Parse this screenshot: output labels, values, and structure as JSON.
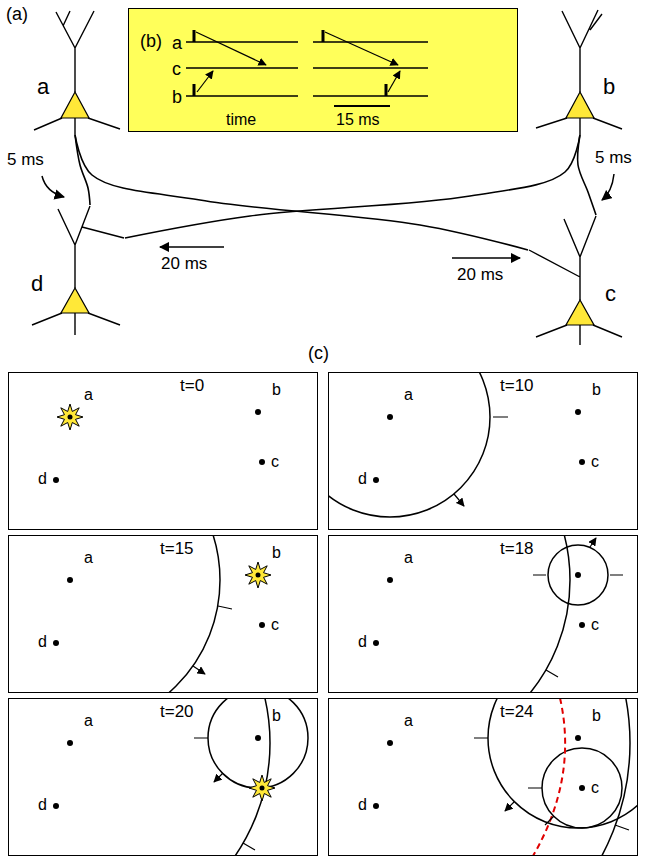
{
  "diagram": {
    "nodes": [
      {
        "text": [
          "a"
        ]
      },
      {
        "text": [
          "b"
        ]
      },
      {
        "text": [
          "d"
        ]
      },
      {
        "text": [
          "c"
        ]
      },
      {
        "text": [
          "(b)",
          "a",
          "c",
          "b",
          "time",
          "15 ms"
        ]
      },
      {
        "text": [
          "t=0",
          "a",
          "b",
          "d",
          "c"
        ]
      },
      {
        "text": [
          "t=10",
          "a",
          "b",
          "d",
          "c"
        ]
      },
      {
        "text": [
          "t=15",
          "a",
          "b",
          "d",
          "c"
        ]
      },
      {
        "text": [
          "t=18",
          "a",
          "d",
          "c"
        ]
      },
      {
        "text": [
          "t=20",
          "a",
          "d",
          "b"
        ]
      },
      {
        "text": [
          "t=24",
          "a",
          "b",
          "d",
          "c"
        ]
      }
    ],
    "edges": [
      {
        "from": 0,
        "to": 2,
        "arrow": "none",
        "label": "5 ms"
      },
      {
        "from": 1,
        "to": 3,
        "arrow": "none",
        "label": "5 ms"
      },
      {
        "from": 1,
        "to": 2,
        "arrow": "none",
        "label": "20 ms"
      },
      {
        "from": 0,
        "to": 3,
        "arrow": "none",
        "label": "20 ms"
      }
    ],
    "labels": [
      "(a)",
      "(c)"
    ]
  }
}
